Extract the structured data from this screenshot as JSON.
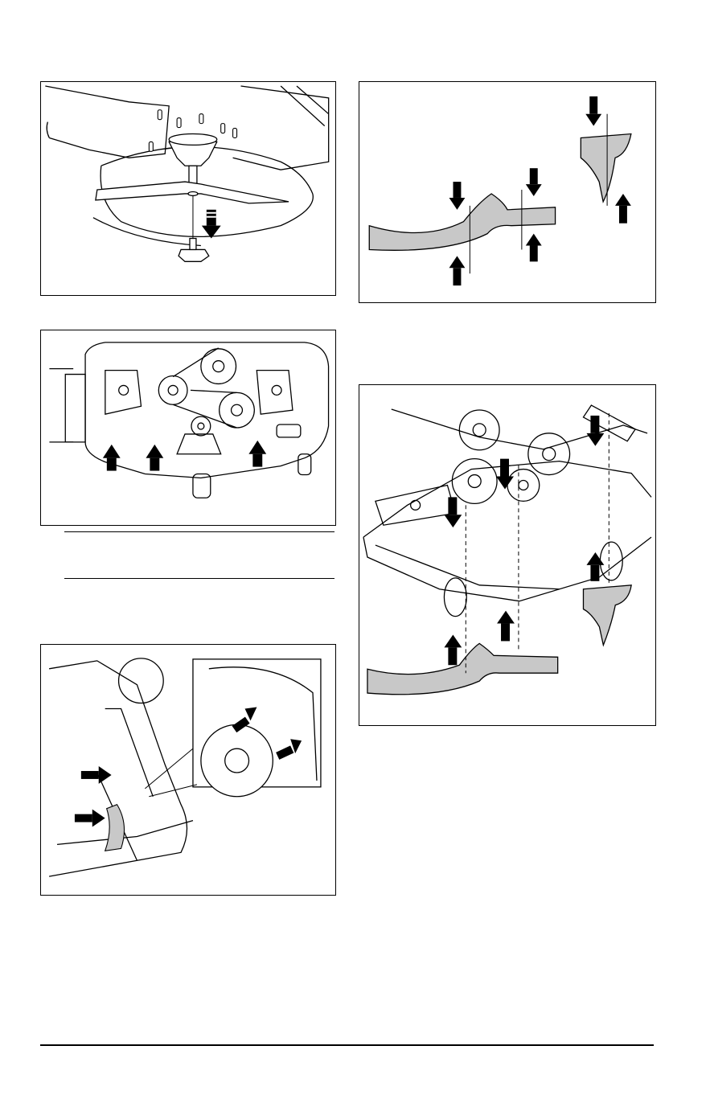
{
  "page": {
    "figures": [
      {
        "id": "blade-removal",
        "arrows": [
          "down"
        ]
      },
      {
        "id": "baffle-removal-exploded",
        "arrows": [
          "down",
          "down",
          "down",
          "up",
          "up",
          "up"
        ]
      },
      {
        "id": "deck-top-view",
        "arrows": [
          "up",
          "up",
          "up"
        ]
      },
      {
        "id": "deck-baffle-installation",
        "arrows": [
          "down",
          "down",
          "down",
          "up",
          "up",
          "up"
        ]
      },
      {
        "id": "inner-baffle-bolts-detail",
        "arrows": [
          "right",
          "right",
          "right",
          "right"
        ]
      }
    ],
    "note": {
      "text": ""
    },
    "colors": {
      "line": "#000000",
      "baffle_fill": "#c8c8c8",
      "paper": "#ffffff"
    }
  }
}
